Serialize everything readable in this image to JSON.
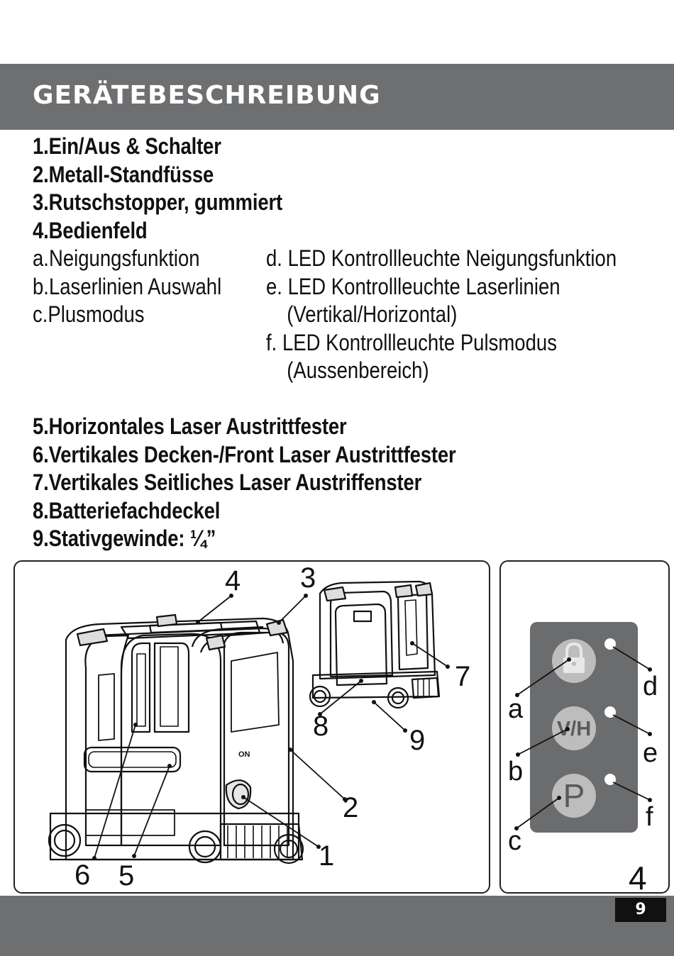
{
  "header": {
    "title": "GERÄTEBESCHREIBUNG"
  },
  "items_top": [
    "1.Ein/Aus & Schalter",
    "2.Metall-Standfüsse",
    "3.Rutschstopper, gummiert",
    "4.Bedienfeld"
  ],
  "sub_left": [
    "a.Neigungsfunktion",
    "b.Laserlinien Auswahl",
    "c.Plusmodus"
  ],
  "sub_right": [
    "d. LED Kontrollleuchte Neigungsfunktion",
    "e. LED Kontrollleuchte Laserlinien",
    "(Vertikal/Horizontal)",
    "f.  LED Kontrollleuchte Pulsmodus",
    "(Aussenbereich)"
  ],
  "items_bottom": [
    "5.Horizontales Laser Austrittfester",
    "6.Vertikales Decken-/Front Laser Austrittfester",
    "7.Vertikales Seitliches Laser Austriffenster",
    "8.Batteriefachdeckel",
    "9.Stativgewinde: ¼”"
  ],
  "device_callouts": {
    "n1": "1",
    "n2": "2",
    "n3": "3",
    "n4": "4",
    "n5": "5",
    "n6": "6",
    "n7": "7",
    "n8": "8",
    "n9": "9",
    "switch_text": "ON"
  },
  "control_panel": {
    "button_vh": "V/H",
    "button_p": "P",
    "label_a": "a",
    "label_b": "b",
    "label_c": "c",
    "label_d": "d",
    "label_e": "e",
    "label_f": "f",
    "figure_number": "4"
  },
  "footer": {
    "page_number": "9"
  },
  "colors": {
    "band_gray": "#6e6f71",
    "panel_gray": "#6b6c6e",
    "button_gray": "#bdbdbd"
  }
}
